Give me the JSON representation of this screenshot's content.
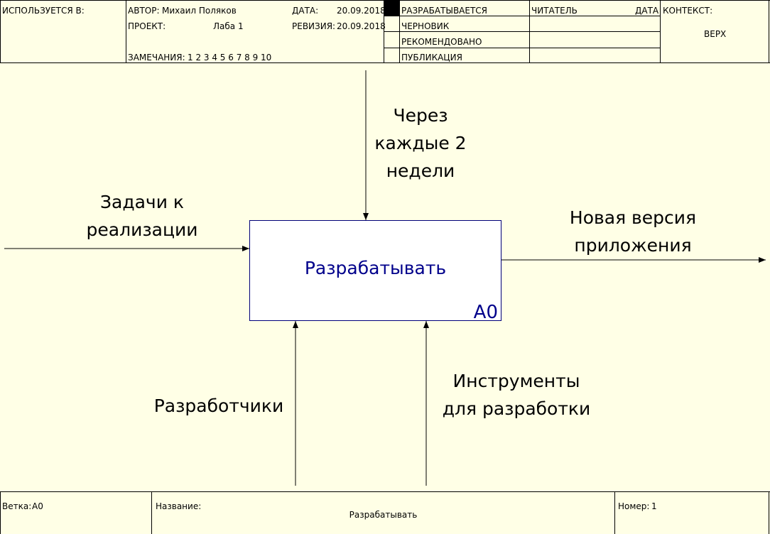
{
  "header": {
    "used_in_label": "ИСПОЛЬЗУЕТСЯ В:",
    "author_label": "АВТОР:",
    "author_value": "Михаил Поляков",
    "project_label": "ПРОЕКТ:",
    "project_value": "Лаба 1",
    "date_label": "ДАТА:",
    "date_value": "20.09.2018",
    "revision_label": "РЕВИЗИЯ:",
    "revision_value": "20.09.2018",
    "notes_label": "ЗАМЕЧАНИЯ:",
    "notes_value": "1  2  3  4  5  6  7  8  9  10",
    "status": [
      "РАЗРАБАТЫВАЕТСЯ",
      "ЧЕРНОВИК",
      "РЕКОМЕНДОВАНО",
      "ПУБЛИКАЦИЯ"
    ],
    "reader_label": "ЧИТАТЕЛЬ",
    "reader_date_label": "ДАТА",
    "context_label": "КОНТЕКСТ:",
    "context_value": "ВЕРХ"
  },
  "diagram": {
    "activity": "Разрабатывать",
    "activity_number": "A0",
    "input": [
      "Задачи к",
      "реализации"
    ],
    "control": [
      "Через",
      "каждые 2",
      "недели"
    ],
    "output": [
      "Новая версия",
      "приложения"
    ],
    "mechanism_1": [
      "Разработчики"
    ],
    "mechanism_2": [
      "Инструменты",
      "для разработки"
    ]
  },
  "footer": {
    "node_label": "Ветка:",
    "node_value": "A0",
    "title_label": "Название:",
    "title_value": "Разрабатывать",
    "number_label": "Номер:",
    "number_value": "1"
  }
}
